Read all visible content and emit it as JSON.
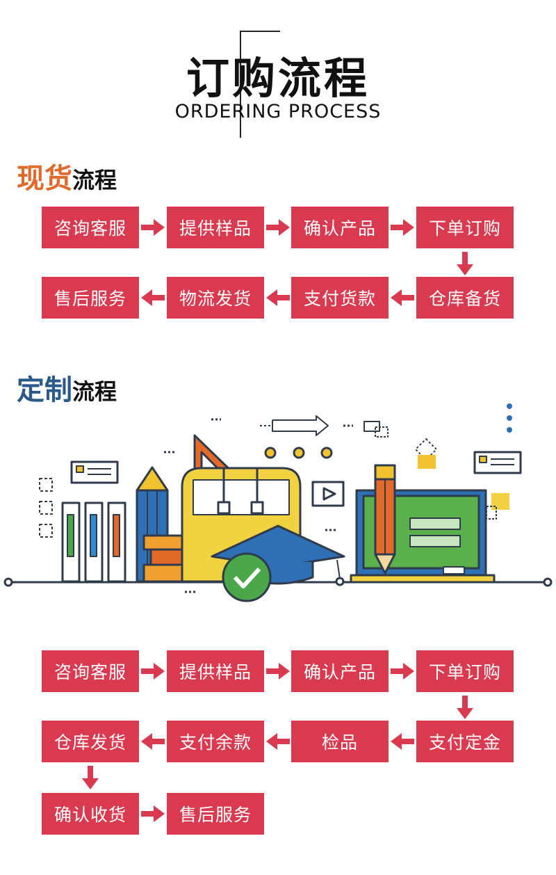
{
  "header": {
    "title": "订购流程",
    "subtitle": "ORDERING PROCESS"
  },
  "stock_section": {
    "title_accent": "现货",
    "title_rest": "流程",
    "accent_color": "#e06a2a",
    "steps": [
      "咨询客服",
      "提供样品",
      "确认产品",
      "下单订购",
      "仓库备货",
      "支付货款",
      "物流发货",
      "售后服务"
    ]
  },
  "custom_section": {
    "title_accent": "定制",
    "title_rest": "流程",
    "accent_color": "#2b5a8a",
    "steps": [
      "咨询客服",
      "提供样品",
      "确认产品",
      "下单订购",
      "支付定金",
      "检品",
      "支付余款",
      "仓库发货",
      "确认收货",
      "售后服务"
    ]
  },
  "colors": {
    "box": "#d93a4f",
    "arrow": "#d93a4f"
  }
}
